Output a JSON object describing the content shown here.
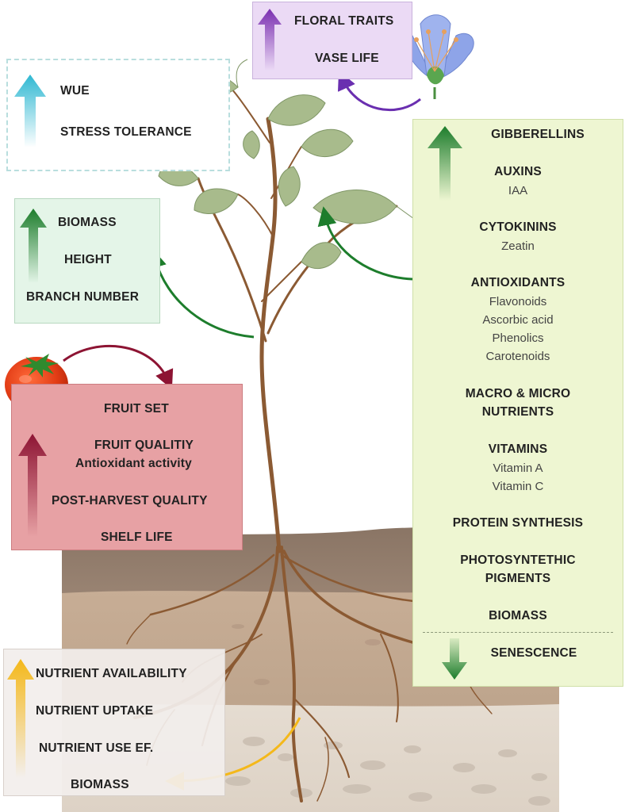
{
  "floral_box": {
    "items": [
      "FLORAL TRAITS",
      "VASE LIFE"
    ],
    "colors": {
      "bg": "#ebdaf5",
      "arrow": "#7a2fb0"
    }
  },
  "wue_box": {
    "items": [
      "WUE",
      "STRESS TOLERANCE"
    ],
    "colors": {
      "arrow": "#3ec2d8",
      "border": "#b9dede"
    }
  },
  "growth_box": {
    "items": [
      "BIOMASS",
      "HEIGHT",
      "BRANCH NUMBER"
    ],
    "colors": {
      "bg": "#e4f5e8",
      "arrow": "#1d7d2c"
    }
  },
  "fruit_box": {
    "items": [
      "FRUIT SET",
      "FRUIT QUALITIY",
      "Antioxidant activity",
      "POST-HARVEST QUALITY",
      "SHELF LIFE"
    ],
    "colors": {
      "bg": "#e7a1a4",
      "arrow": "#8d1433"
    }
  },
  "nutrient_box": {
    "items": [
      "NUTRIENT AVAILABILITY",
      "NUTRIENT UPTAKE",
      "NUTRIENT USE EF.",
      "BIOMASS"
    ],
    "colors": {
      "bg": "#f2eeec",
      "arrow": "#f4b81a"
    }
  },
  "right_panel": {
    "groups": [
      {
        "title": "GIBBERELLINS",
        "subs": []
      },
      {
        "title": "AUXINS",
        "subs": [
          "IAA"
        ]
      },
      {
        "title": "CYTOKININS",
        "subs": [
          "Zeatin"
        ]
      },
      {
        "title": "ANTIOXIDANTS",
        "subs": [
          "Flavonoids",
          "Ascorbic acid",
          "Phenolics",
          "Carotenoids"
        ]
      },
      {
        "title": "MACRO & MICRO",
        "title2": "NUTRIENTS",
        "subs": []
      },
      {
        "title": "VITAMINS",
        "subs": [
          "Vitamin A",
          "Vitamin C"
        ]
      },
      {
        "title": "PROTEIN SYNTHESIS",
        "subs": []
      },
      {
        "title": "PHOTOSYNTETHIC",
        "title2": "PIGMENTS",
        "subs": []
      },
      {
        "title": "BIOMASS",
        "subs": []
      }
    ],
    "down_item": "SENESCENCE",
    "colors": {
      "bg": "#eef6d2",
      "up_arrow": "#1d7d2c",
      "down_arrow": "#1d7d2c"
    }
  }
}
